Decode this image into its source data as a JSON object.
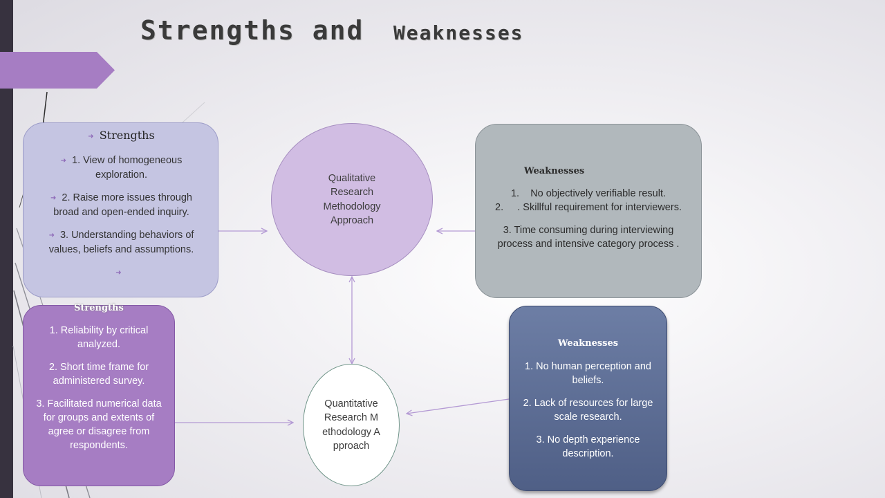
{
  "title": {
    "part1": "Strengths and",
    "part2": "Weaknesses"
  },
  "colors": {
    "accent_purple": "#a67dc3",
    "lavender_box": "#c5c5e2",
    "grey_box": "#b1b8bc",
    "slate_box": "#5e6e96",
    "circle_fill": "#d1bde3",
    "connector": "#b49ad4"
  },
  "qualitative": {
    "label": "Qualitative Research Methodology Approach",
    "strengths": {
      "heading": "Strengths",
      "items": [
        "1. View of homogeneous exploration.",
        "2. Raise more issues through broad and open-ended inquiry.",
        "3. Understanding behaviors of values, beliefs and assumptions."
      ]
    },
    "weaknesses": {
      "heading": "Weaknesses",
      "items": [
        "No objectively verifiable result.",
        ". Skillful requirement for interviewers.",
        "3. Time consuming during interviewing process and intensive category process ."
      ],
      "numbers": [
        "1.",
        "2."
      ]
    }
  },
  "quantitative": {
    "label": "Quantitative Research Methodology Approach",
    "strengths": {
      "heading": "Strengths",
      "items": [
        "1. Reliability by critical analyzed.",
        "2. Short time frame for administered survey.",
        "3. Facilitated numerical data for groups and extents of agree or disagree from respondents."
      ]
    },
    "weaknesses": {
      "heading": "Weaknesses",
      "items": [
        "1. No human perception and beliefs.",
        "2. Lack of resources for large scale research.",
        "3. No depth experience description."
      ]
    }
  }
}
